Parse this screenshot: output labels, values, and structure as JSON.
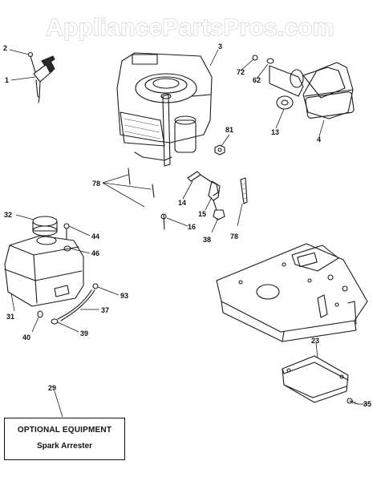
{
  "watermark": "AppliancePartsPros.com",
  "callouts": {
    "c2": "2",
    "c1": "1",
    "c3": "3",
    "c72": "72",
    "c62": "62",
    "c13": "13",
    "c4": "4",
    "c81": "81",
    "c78a": "78",
    "c14": "14",
    "c15": "15",
    "c16": "16",
    "c38": "38",
    "c78b": "78",
    "c32": "32",
    "c44": "44",
    "c46": "46",
    "c31": "31",
    "c93": "93",
    "c37": "37",
    "c40": "40",
    "c39": "39",
    "c23": "23",
    "c35": "35",
    "c29": "29"
  },
  "optional_box": {
    "title": "OPTIONAL EQUIPMENT",
    "subtitle": "Spark Arrester"
  }
}
